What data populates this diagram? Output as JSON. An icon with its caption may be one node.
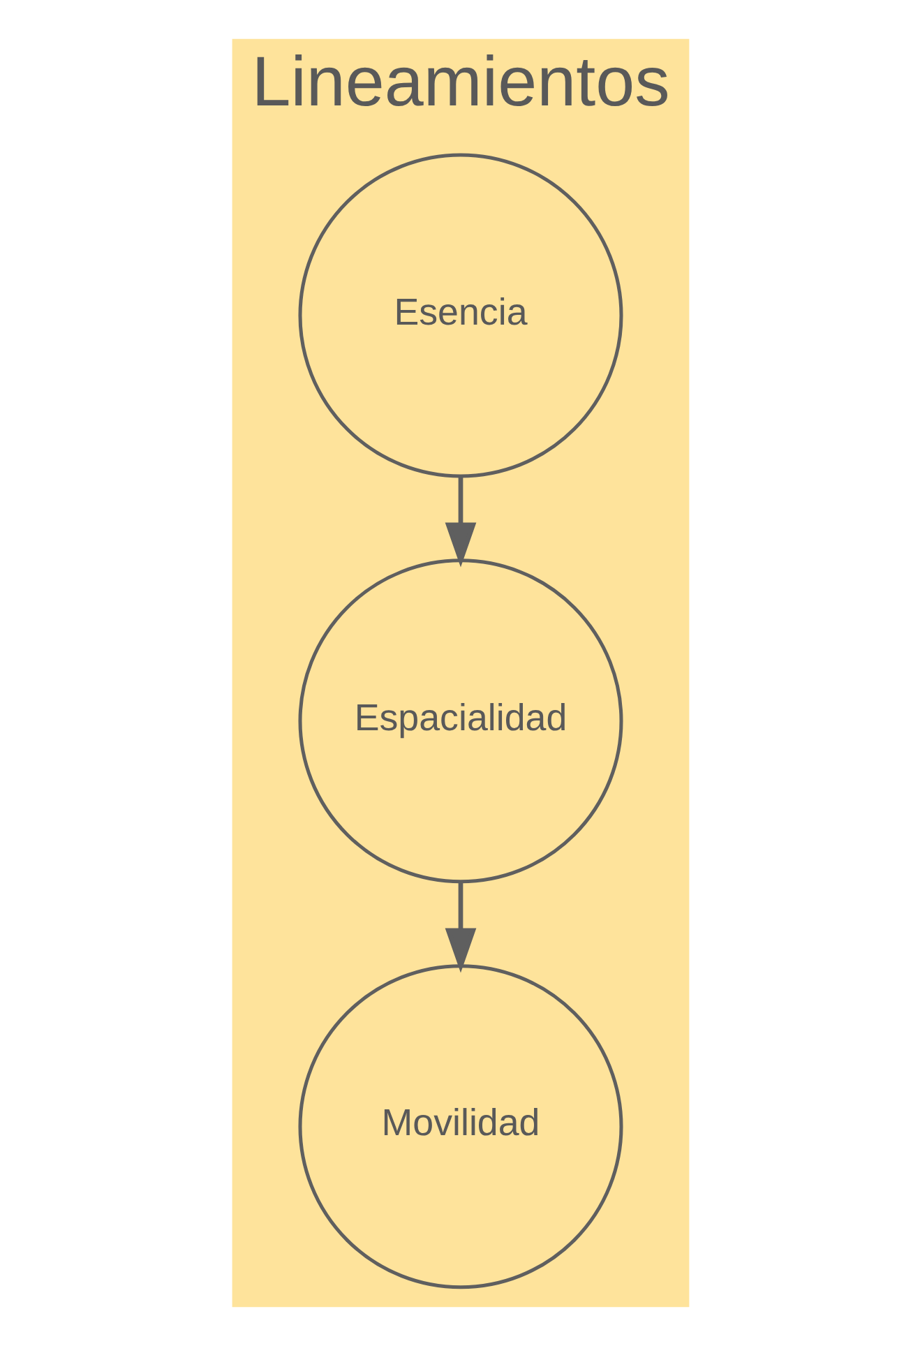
{
  "diagram": {
    "nodes": [
      {
        "text": [
          "Lineamientos"
        ]
      },
      {
        "text": [
          "Esencia"
        ],
        "in": 0
      },
      {
        "text": [
          "Espacialidad"
        ],
        "in": 0
      },
      {
        "text": [
          "Movilidad"
        ],
        "in": 0
      }
    ],
    "edges": [
      {
        "from": 1,
        "to": 2,
        "arrow": "to"
      },
      {
        "from": 2,
        "to": 3,
        "arrow": "to"
      }
    ]
  }
}
